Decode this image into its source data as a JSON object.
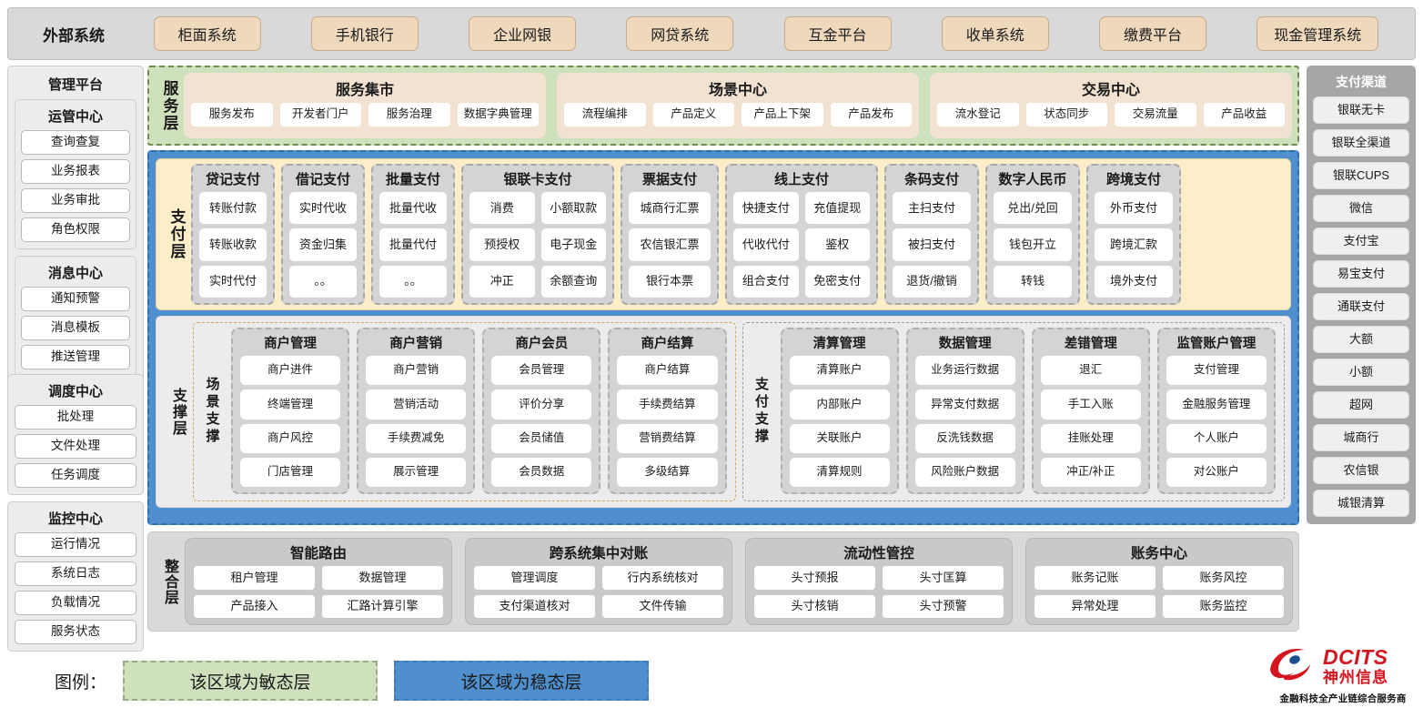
{
  "external": {
    "title": "外部系统",
    "items": [
      "柜面系统",
      "手机银行",
      "企业网银",
      "网贷系统",
      "互金平台",
      "收单系统",
      "缴费平台",
      "现金管理系统"
    ]
  },
  "admin": {
    "title": "管理平台",
    "groups": [
      {
        "title": "运管中心",
        "items": [
          "查询查复",
          "业务报表",
          "业务审批",
          "角色权限"
        ]
      },
      {
        "title": "消息中心",
        "items": [
          "通知预警",
          "消息模板",
          "推送管理"
        ]
      }
    ],
    "group3": {
      "title": "调度中心",
      "items": [
        "批处理",
        "文件处理",
        "任务调度"
      ]
    },
    "group4": {
      "title": "监控中心",
      "items": [
        "运行情况",
        "系统日志",
        "负载情况",
        "服务状态"
      ]
    }
  },
  "channels": {
    "title": "支付渠道",
    "items": [
      "银联无卡",
      "银联全渠道",
      "银联CUPS",
      "微信",
      "支付宝",
      "易宝支付",
      "通联支付",
      "大额",
      "小额",
      "超网",
      "城商行",
      "农信银",
      "城银清算"
    ]
  },
  "service_layer": {
    "label": "服务层",
    "cards": [
      {
        "title": "服务集市",
        "items": [
          "服务发布",
          "开发者门户",
          "服务治理",
          "数据字典管理"
        ]
      },
      {
        "title": "场景中心",
        "items": [
          "流程编排",
          "产品定义",
          "产品上下架",
          "产品发布"
        ]
      },
      {
        "title": "交易中心",
        "items": [
          "流水登记",
          "状态同步",
          "交易流量",
          "产品收益"
        ]
      }
    ]
  },
  "payment_layer": {
    "label": "支付层",
    "cards": [
      {
        "title": "贷记支付",
        "columns": 1,
        "width": 92,
        "items": [
          "转账付款",
          "转账收款",
          "实时代付"
        ]
      },
      {
        "title": "借记支付",
        "columns": 1,
        "width": 92,
        "items": [
          "实时代收",
          "资金归集",
          "。。"
        ]
      },
      {
        "title": "批量支付",
        "columns": 1,
        "width": 92,
        "items": [
          "批量代收",
          "批量代付",
          "。。"
        ]
      },
      {
        "title": "银联卡支付",
        "columns": 2,
        "width": 168,
        "items": [
          "消费",
          "小额取款",
          "预授权",
          "电子现金",
          "冲正",
          "余额查询"
        ]
      },
      {
        "title": "票据支付",
        "columns": 1,
        "width": 108,
        "items": [
          "城商行汇票",
          "农信银汇票",
          "银行本票"
        ]
      },
      {
        "title": "线上支付",
        "columns": 2,
        "width": 168,
        "items": [
          "快捷支付",
          "充值提现",
          "代收代付",
          "鉴权",
          "组合支付",
          "免密支付"
        ]
      },
      {
        "title": "条码支付",
        "columns": 1,
        "width": 104,
        "items": [
          "主扫支付",
          "被扫支付",
          "退货/撤销"
        ]
      },
      {
        "title": "数字人民币",
        "columns": 1,
        "width": 104,
        "items": [
          "兑出/兑回",
          "钱包开立",
          "转钱"
        ]
      },
      {
        "title": "跨境支付",
        "columns": 1,
        "width": 104,
        "items": [
          "外币支付",
          "跨境汇款",
          "境外支付"
        ]
      }
    ]
  },
  "support_layer": {
    "label": "支撑层",
    "zones": [
      {
        "label": "场景支撑",
        "cards": [
          {
            "title": "商户管理",
            "items": [
              "商户进件",
              "终端管理",
              "商户风控",
              "门店管理"
            ]
          },
          {
            "title": "商户营销",
            "items": [
              "商户营销",
              "营销活动",
              "手续费减免",
              "展示管理"
            ]
          },
          {
            "title": "商户会员",
            "items": [
              "会员管理",
              "评价分享",
              "会员储值",
              "会员数据"
            ]
          },
          {
            "title": "商户结算",
            "items": [
              "商户结算",
              "手续费结算",
              "营销费结算",
              "多级结算"
            ]
          }
        ]
      },
      {
        "label": "支付支撑",
        "cards": [
          {
            "title": "清算管理",
            "items": [
              "清算账户",
              "内部账户",
              "关联账户",
              "清算规则"
            ]
          },
          {
            "title": "数据管理",
            "items": [
              "业务运行数据",
              "异常支付数据",
              "反洗钱数据",
              "风险账户数据"
            ]
          },
          {
            "title": "差错管理",
            "items": [
              "退汇",
              "手工入账",
              "挂账处理",
              "冲正/补正"
            ]
          },
          {
            "title": "监管账户管理",
            "items": [
              "支付管理",
              "金融服务管理",
              "个人账户",
              "对公账户"
            ]
          }
        ]
      }
    ]
  },
  "integration_layer": {
    "label": "整合层",
    "cards": [
      {
        "title": "智能路由",
        "items": [
          "租户管理",
          "数据管理",
          "产品接入",
          "汇路计算引擎"
        ]
      },
      {
        "title": "跨系统集中对账",
        "items": [
          "管理调度",
          "行内系统核对",
          "支付渠道核对",
          "文件传输"
        ]
      },
      {
        "title": "流动性管控",
        "items": [
          "头寸预报",
          "头寸匡算",
          "头寸核销",
          "头寸预警"
        ]
      },
      {
        "title": "账务中心",
        "items": [
          "账务记账",
          "账务风控",
          "异常处理",
          "账务监控"
        ]
      }
    ]
  },
  "legend": {
    "label": "图例：",
    "agile": "该区域为敏态层",
    "stable": "该区域为稳态层",
    "agile_color": "#cfe0bd",
    "stable_color": "#4f8fce"
  },
  "logo": {
    "en": "DCITS",
    "cn": "神州信息",
    "tagline": "金融科技全产业链综合服务商",
    "color": "#d4141e"
  }
}
